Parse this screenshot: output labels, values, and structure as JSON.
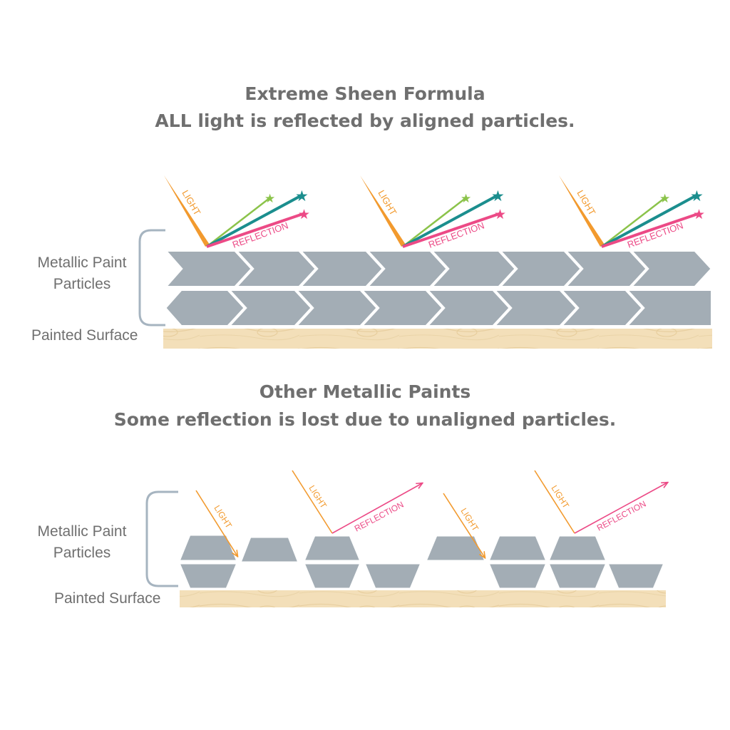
{
  "top": {
    "title_line1": "Extreme Sheen Formula",
    "title_line2": "ALL light is reflected by aligned particles.",
    "particles_label_line1": "Metallic Paint",
    "particles_label_line2": "Particles",
    "surface_label": "Painted Surface",
    "light_label": "LIGHT",
    "reflection_label": "REFLECTION"
  },
  "bottom": {
    "title_line1": "Other Metallic Paints",
    "title_line2": "Some reflection is lost due to unaligned particles.",
    "particles_label_line1": "Metallic Paint",
    "particles_label_line2": "Particles",
    "surface_label": "Painted Surface",
    "light_label": "LIGHT",
    "reflection_label": "REFLECTION"
  },
  "colors": {
    "title": "#6f6f6f",
    "particle": "#a3adb5",
    "wood": "#f3dfb9",
    "light": "#f29a2e",
    "reflection": "#ec4a86",
    "green": "#8bc34a",
    "teal": "#1b8e8e",
    "bracket": "#a6b4c0"
  }
}
